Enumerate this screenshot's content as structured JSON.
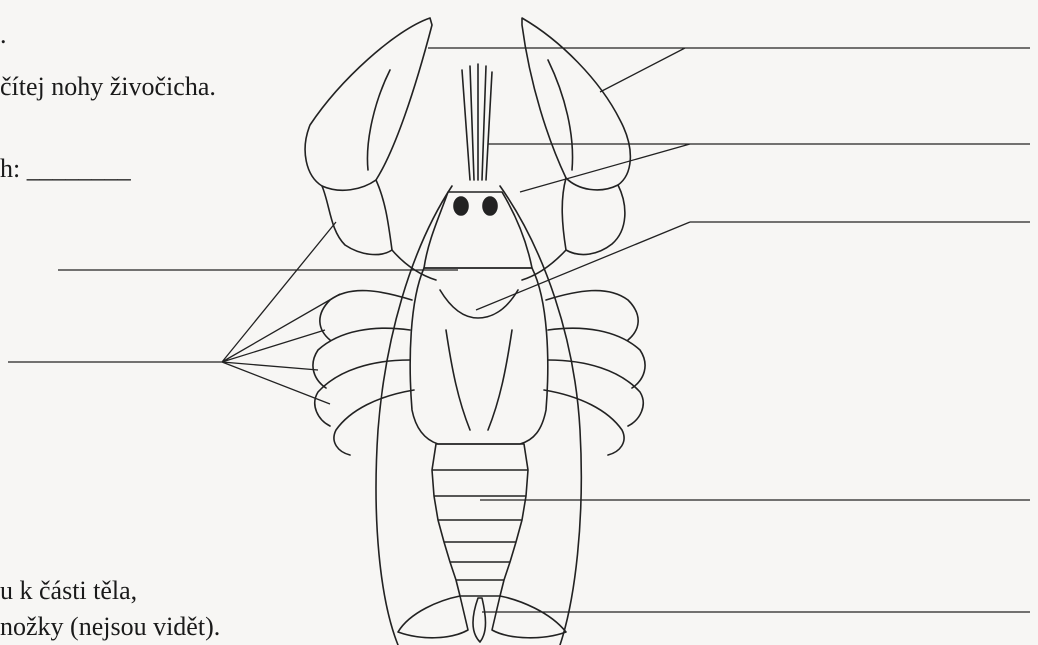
{
  "worksheet": {
    "lines": [
      ".",
      "čítej nohy živočicha.",
      "h: ________",
      "u k části těla,",
      " nožky (nejsou vidět)."
    ]
  }
}
